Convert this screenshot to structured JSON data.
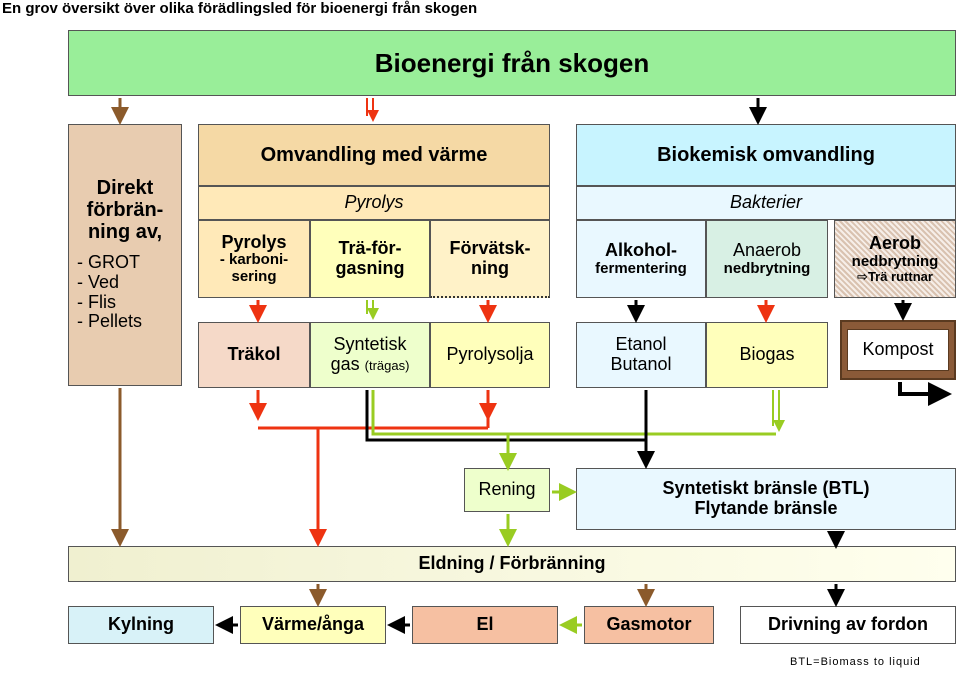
{
  "page_heading": "En grov översikt över olika förädlingsled för bioenergi från skogen",
  "title_box": "Bioenergi från skogen",
  "direkt": {
    "lines": [
      "Direkt",
      "förbrän-",
      "ning av,"
    ],
    "items": [
      "- GROT",
      "- Ved",
      "- Flis",
      "- Pellets"
    ]
  },
  "omvandling": {
    "header": "Omvandling med värme",
    "sub": "Pyrolys",
    "col1": {
      "line1": "Pyrolys",
      "line2": "- karboni-",
      "line3": "sering"
    },
    "col2": {
      "line1": "Trä-för-",
      "line2": "gasning"
    },
    "col3": {
      "line1": "Förvätsk-",
      "line2": "ning"
    }
  },
  "biokemisk": {
    "header": "Biokemisk omvandling",
    "sub": "Bakterier",
    "col1": {
      "line1": "Alkohol-",
      "line2": "fermentering"
    },
    "col2": {
      "line1": "Anaerob",
      "line2": "nedbrytning"
    },
    "col3": {
      "line1": "Aerob",
      "line2": "nedbrytning",
      "line3": "Trä ruttnar"
    }
  },
  "products": {
    "trakol": "Träkol",
    "syngas_line1": "Syntetisk",
    "syngas_line2": "gas",
    "syngas_paren": "(trägas)",
    "pyrolysolja": "Pyrolysolja",
    "etanol_line1": "Etanol",
    "etanol_line2": "Butanol",
    "biogas": "Biogas",
    "kompost": "Kompost"
  },
  "rening": "Rening",
  "btl": {
    "line1": "Syntetiskt bränsle (BTL)",
    "line2": "Flytande bränsle"
  },
  "eldning": "Eldning / Förbränning",
  "outputs": {
    "kylning": "Kylning",
    "varme": "Värme/ånga",
    "el": "El",
    "gasmotor": "Gasmotor",
    "drivning": "Drivning av fordon"
  },
  "footnote": "BTL=Biomass to liquid",
  "colors": {
    "title_green": "#99ee99",
    "tan": "#f5d9a5",
    "light_tan": "#ffe9b8",
    "light_yellow": "#ffffbb",
    "light_green_yellow": "#eeffcc",
    "light_blue": "#e9f8ff",
    "cyan_header": "#c8f4ff",
    "brown_box": "#e8ccb0",
    "pink_box": "#f5d9c8",
    "kompost_brown": "#8a5a38",
    "salmon": "#f6c0a2",
    "arrow_brown": "#8b5a2b",
    "arrow_red": "#ee3311",
    "arrow_green": "#99cc22",
    "arrow_black": "#000000"
  }
}
